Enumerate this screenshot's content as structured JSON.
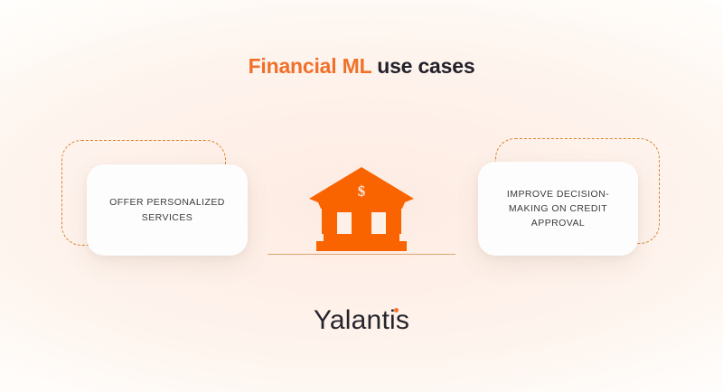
{
  "header": {
    "title_accent": "Financial ML",
    "title_plain": " use cases"
  },
  "diagram": {
    "type": "concept-diagram",
    "center_icon": {
      "name": "bank-icon",
      "symbol": "$",
      "color": "#fa6400"
    },
    "connector_color": "#d08b48",
    "nodes": [
      {
        "id": "left",
        "label": "OFFER PERSONALIZED\nSERVICES",
        "position": "left",
        "outline_color": "#d9862f",
        "card_color": "#fdfdfd"
      },
      {
        "id": "right",
        "label": "IMPROVE DECISION-\nMAKING ON CREDIT\nAPPROVAL",
        "position": "right",
        "outline_color": "#d9862f",
        "card_color": "#fdfdfd"
      }
    ]
  },
  "footer": {
    "logo_text": "Yalantis",
    "logo_accent_color": "#f4762c"
  },
  "theme": {
    "accent": "#f0702a",
    "icon_orange": "#fa6400",
    "text_dark": "#22212a",
    "label_text": "#3b3a3f",
    "background_cream": "#fffefb",
    "background_blush": "#fdeae1"
  }
}
